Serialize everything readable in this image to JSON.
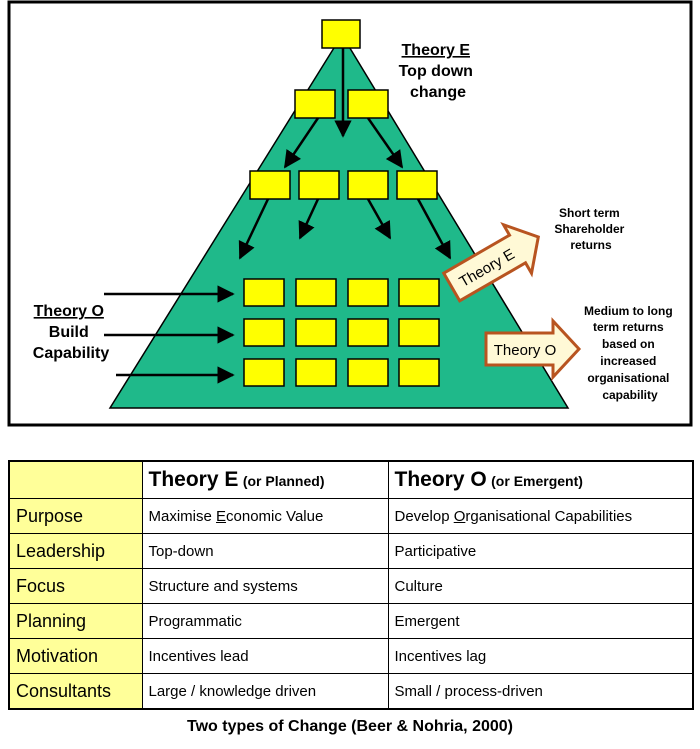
{
  "diagram": {
    "theory_e_label": [
      "Theory E",
      "Top down",
      "change"
    ],
    "theory_o_label": [
      "Theory O",
      "Build",
      "Capability"
    ],
    "arrow_e_label": "Theory E",
    "arrow_o_label": "Theory O",
    "outcome_e": [
      "Short term",
      "Shareholder",
      "returns"
    ],
    "outcome_o": [
      "Medium to long",
      "term returns",
      "based on",
      "increased",
      "organisational",
      "capability"
    ],
    "colors": {
      "pyramid": "#1fb98a",
      "box": "#ffff00",
      "arrow_fill": "#fff9d6",
      "arrow_border": "#b85420"
    }
  },
  "table": {
    "col_e_title": "Theory E",
    "col_e_sub": "(or Planned)",
    "col_o_title": "Theory O",
    "col_o_sub": "(or Emergent)",
    "rows": [
      {
        "label": "Purpose",
        "e_pre": "Maximise ",
        "e_u": "E",
        "e_post": "conomic Value",
        "o_pre": "Develop ",
        "o_u": "O",
        "o_post": "rganisational Capabilities"
      },
      {
        "label": "Leadership",
        "e": "Top-down",
        "o": "Participative"
      },
      {
        "label": "Focus",
        "e": "Structure and systems",
        "o": "Culture"
      },
      {
        "label": "Planning",
        "e": "Programmatic",
        "o": "Emergent"
      },
      {
        "label": "Motivation",
        "e": "Incentives lead",
        "o": "Incentives lag"
      },
      {
        "label": "Consultants",
        "e": "Large / knowledge driven",
        "o": "Small / process-driven"
      }
    ]
  },
  "caption": "Two types of Change (Beer & Nohria, 2000)"
}
